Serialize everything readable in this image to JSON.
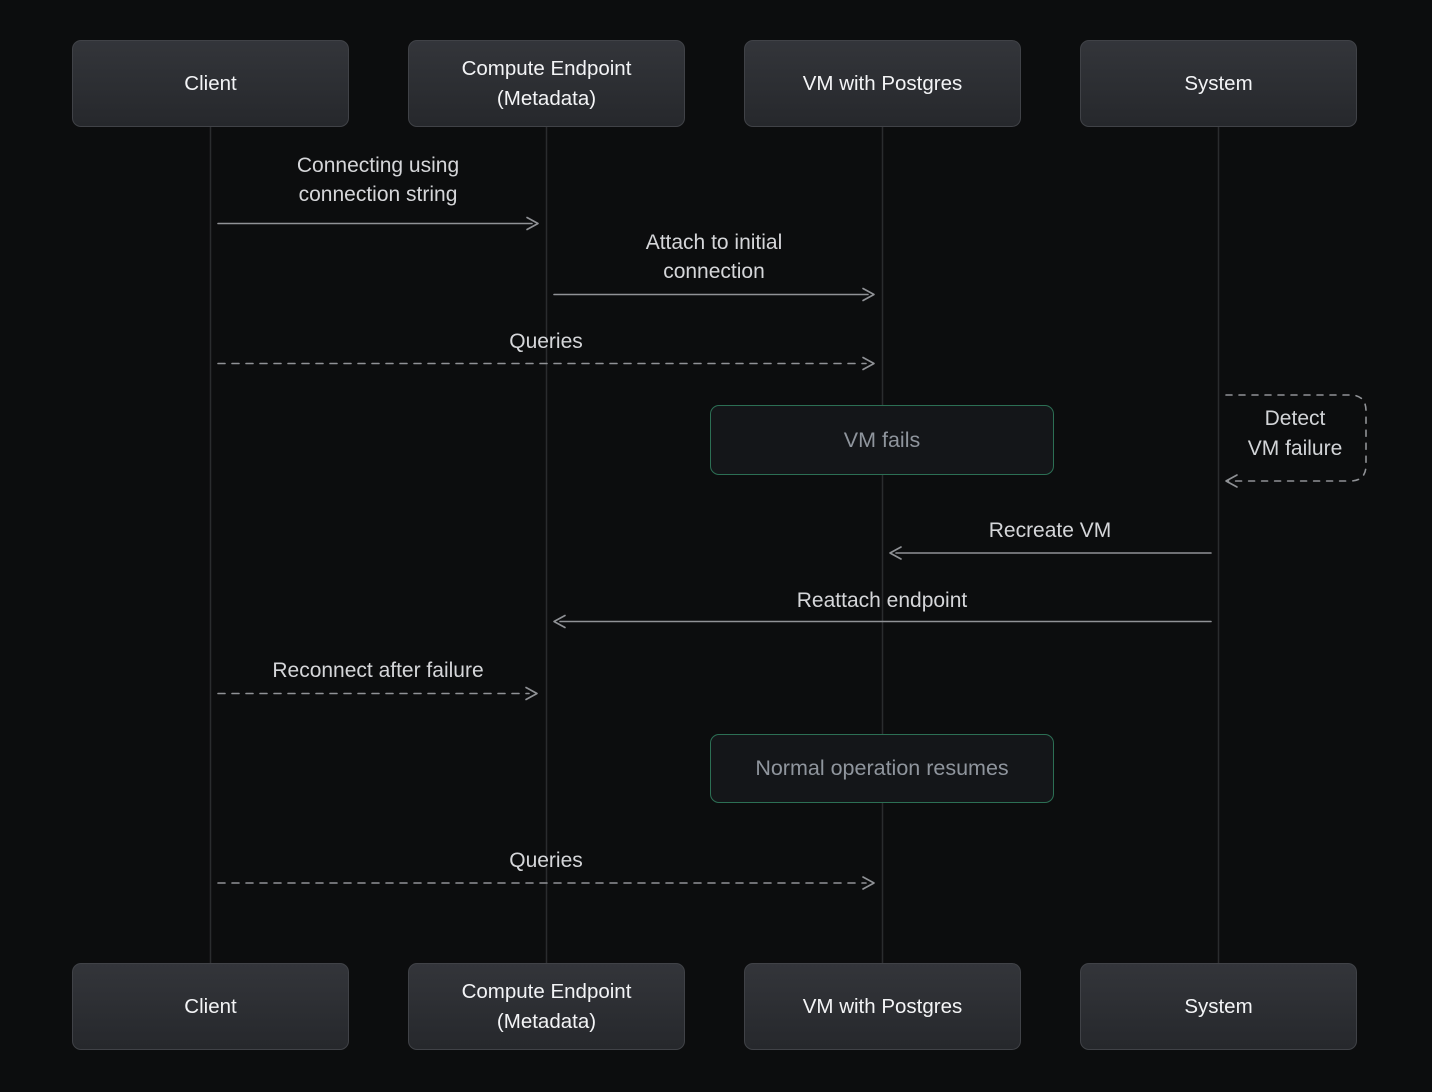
{
  "diagram": {
    "type": "sequence",
    "theme": "dark",
    "actors": [
      {
        "id": "client",
        "label": "Client"
      },
      {
        "id": "compute-endpoint",
        "label": "Compute Endpoint (Metadata)"
      },
      {
        "id": "vm-postgres",
        "label": "VM with Postgres"
      },
      {
        "id": "system",
        "label": "System"
      }
    ],
    "messages": [
      {
        "label": "Connecting using\nconnection string",
        "from": "Client",
        "to": "Compute Endpoint (Metadata)",
        "line": "solid"
      },
      {
        "label": "Attach to initial\nconnection",
        "from": "Compute Endpoint (Metadata)",
        "to": "VM with Postgres",
        "line": "solid"
      },
      {
        "label": "Queries",
        "from": "Client",
        "to": "VM with Postgres",
        "line": "dashed"
      },
      {
        "label": "Recreate VM",
        "from": "System",
        "to": "VM with Postgres",
        "line": "solid"
      },
      {
        "label": "Reattach endpoint",
        "from": "System",
        "to": "Compute Endpoint (Metadata)",
        "line": "solid"
      },
      {
        "label": "Reconnect after failure",
        "from": "Client",
        "to": "Compute Endpoint (Metadata)",
        "line": "dashed"
      },
      {
        "label": "Queries",
        "from": "Client",
        "to": "VM with Postgres",
        "line": "dashed"
      }
    ],
    "notes": [
      {
        "label": "VM fails",
        "on": "VM with Postgres",
        "border": "green"
      },
      {
        "label": "Normal operation resumes",
        "on": "VM with Postgres",
        "border": "green"
      }
    ],
    "self_message": {
      "label": "Detect\nVM failure",
      "on": "System",
      "line": "dashed"
    },
    "colors": {
      "background": "#0c0d0e",
      "actor_fill_top": "#33353a",
      "actor_fill_bottom": "#26282c",
      "actor_border": "#404247",
      "actor_text": "#f3f4f6",
      "message_text": "#d5d6d9",
      "arrow": "#909296",
      "lifeline": "#2a2c2e",
      "note_border_green": "#2c6f54",
      "note_fill": "#141619",
      "note_text": "#8f959d"
    }
  }
}
